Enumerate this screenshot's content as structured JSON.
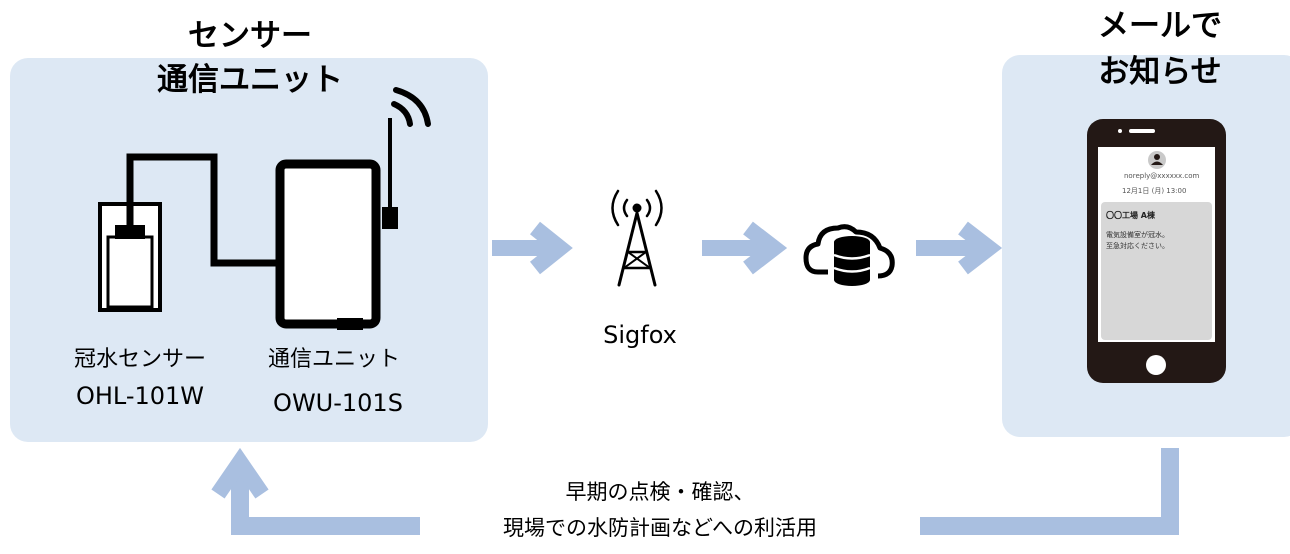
{
  "left_unit": {
    "title_line1": "センサー",
    "title_line2": "通信ユニット",
    "sensor_name": "冠水センサー",
    "sensor_model": "OHL-101W",
    "unit_name": "通信ユニット",
    "unit_model": "OWU-101S"
  },
  "network": {
    "label": "Sigfox"
  },
  "right_unit": {
    "title_line1": "メールで",
    "title_line2": "お知らせ",
    "email_sender": "noreply@xxxxxx.com",
    "email_date": "12月1日 (月) 13:00",
    "email_subject": "〇〇工場 A棟",
    "email_body_line1": "電気設備室が冠水。",
    "email_body_line2": "至急対応ください。"
  },
  "feedback": {
    "line1": "早期の点検・確認、",
    "line2": "現場での水防計画などへの利活用"
  },
  "colors": {
    "panel": "#dde8f4",
    "arrow": "#a9bfe0",
    "device": "#000000",
    "phone": "#231815"
  }
}
